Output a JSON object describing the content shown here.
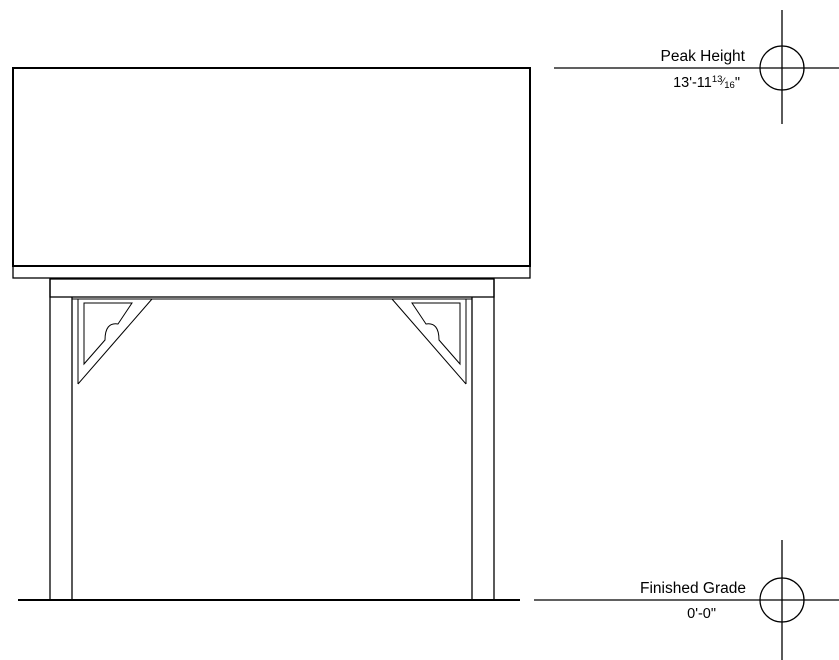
{
  "markers": {
    "peak": {
      "label": "Peak Height",
      "value_main": "13'-11",
      "value_fraction_num": "13",
      "value_fraction_den": "16",
      "value_unit": "\""
    },
    "grade": {
      "label": "Finished Grade",
      "value": "0'-0\""
    }
  }
}
